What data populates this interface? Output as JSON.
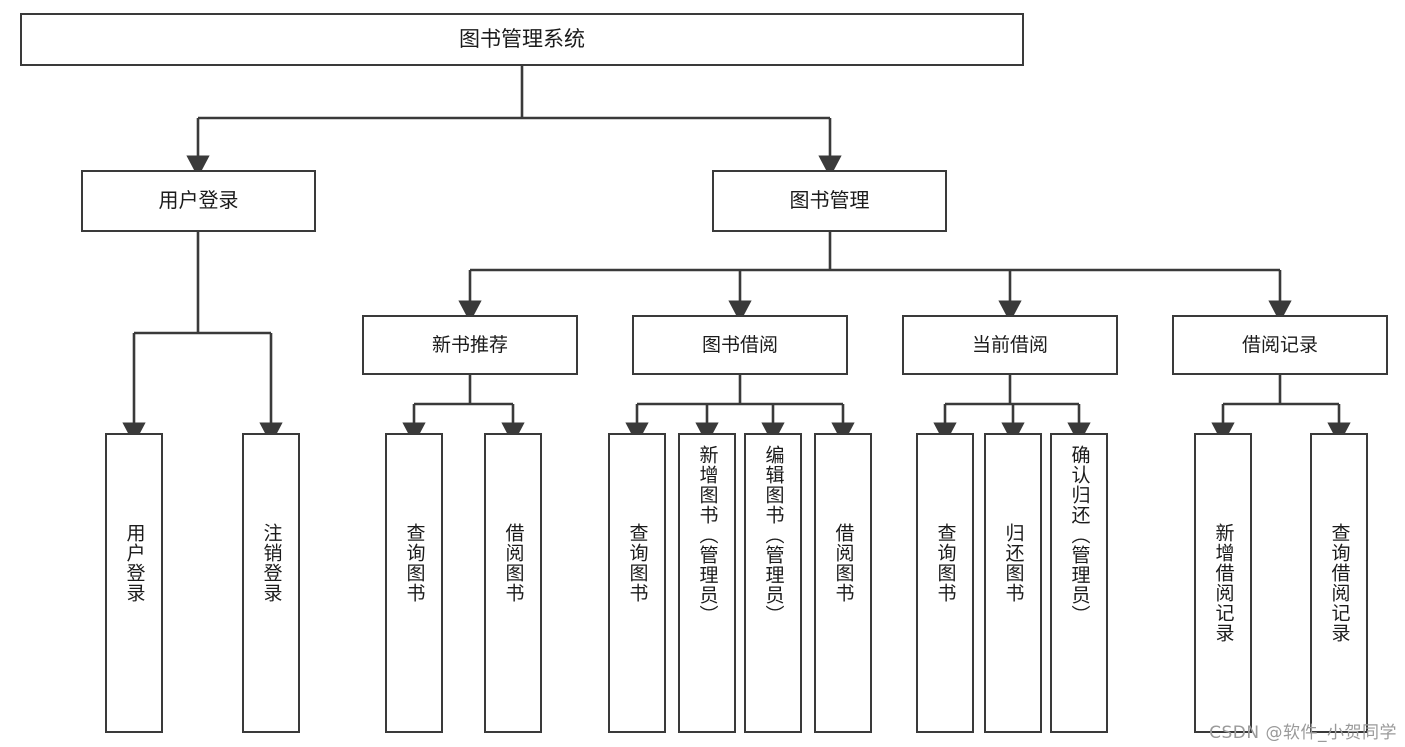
{
  "diagram": {
    "title": "图书管理系统",
    "type": "tree-hierarchy-chart",
    "watermark": "CSDN @软件_小贺同学",
    "colors": {
      "background": "#ffffff",
      "node_border": "#3a3a3a",
      "node_fill": "#ffffff",
      "text": "#1b1b1b",
      "edge": "#3a3a3a",
      "watermark": "#9a9a9a"
    },
    "root": {
      "label": "图书管理系统"
    },
    "level2": [
      {
        "label": "用户登录"
      },
      {
        "label": "图书管理"
      }
    ],
    "level3": [
      {
        "label": "新书推荐"
      },
      {
        "label": "图书借阅"
      },
      {
        "label": "当前借阅"
      },
      {
        "label": "借阅记录"
      }
    ],
    "leaves": {
      "user_login": [
        {
          "label": "用户登录"
        },
        {
          "label": "注销登录"
        }
      ],
      "new_book_recommend": [
        {
          "label": "查询图书"
        },
        {
          "label": "借阅图书"
        }
      ],
      "book_borrow": [
        {
          "label": "查询图书"
        },
        {
          "label": "新增图书（管理员）"
        },
        {
          "label": "编辑图书（管理员）"
        },
        {
          "label": "借阅图书"
        }
      ],
      "current_borrow": [
        {
          "label": "查询图书"
        },
        {
          "label": "归还图书"
        },
        {
          "label": "确认归还（管理员）"
        }
      ],
      "borrow_record": [
        {
          "label": "新增借阅记录"
        },
        {
          "label": "查询借阅记录"
        }
      ]
    }
  }
}
